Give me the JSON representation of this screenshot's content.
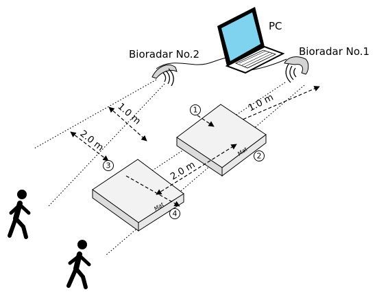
{
  "labels": {
    "pc": "PC",
    "bioradar_1": "Bioradar No.1",
    "bioradar_2": "Bioradar No.2",
    "mat_top": "Mat",
    "mat_bottom": "Mat"
  },
  "dimensions": {
    "right_spacing": "1.0 m",
    "left_spacing": "1.0 m",
    "mat_gap": "2.0 m",
    "radar_distance": "2.0 m"
  },
  "positions": {
    "p1": "1",
    "p2": "2",
    "p3": "3",
    "p4": "4"
  },
  "icons": {
    "pc": "laptop-icon",
    "radar": "bioradar-sensor-icon",
    "walker": "walking-person-icon"
  },
  "colors": {
    "screen": "#7fd3ee",
    "mat_top": "#f2f2f2",
    "mat_side": "#dcdcdc",
    "radar": "#d4d4d4"
  }
}
